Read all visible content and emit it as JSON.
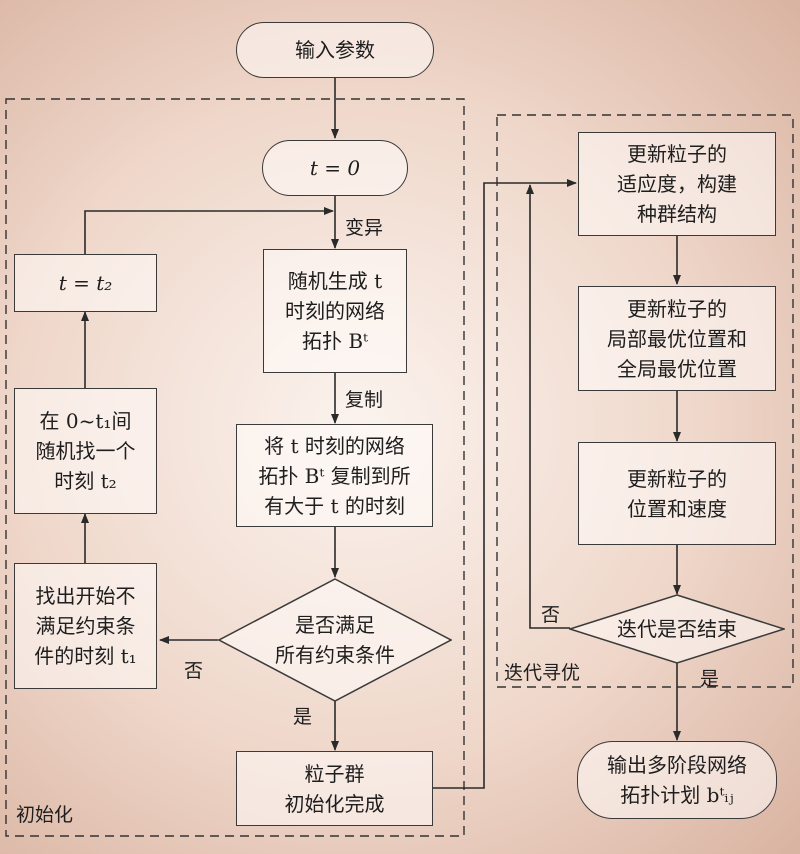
{
  "start": "输入参数",
  "init_t": "t = 0",
  "t_eq_t2": "t = t₂",
  "random_gen": "随机生成 t\n时刻的网络\n拓扑 Bᵗ",
  "random_pick": "在 0~t₁间\n随机找一个\n时刻 t₂",
  "copy_box": "将 t 时刻的网络\n拓扑 Bᵗ 复制到所\n有大于 t 的时刻",
  "find_box": "找出开始不\n满足约束条\n件的时刻 t₁",
  "decision_constraints": "是否满足\n所有约束条件",
  "init_done": "粒子群\n初始化完成",
  "update_fitness": "更新粒子的\n适应度，构建\n种群结构",
  "update_best": "更新粒子的\n局部最优位置和\n全局最优位置",
  "update_pos": "更新粒子的\n位置和速度",
  "decision_iter": "迭代是否结束",
  "output": "输出多阶段网络\n拓扑计划 bᵗᵢⱼ",
  "labels": {
    "mutation": "变异",
    "copy": "复制",
    "no1": "否",
    "yes1": "是",
    "no2": "否",
    "yes2": "是",
    "region_init": "初始化",
    "region_iter": "迭代寻优"
  }
}
